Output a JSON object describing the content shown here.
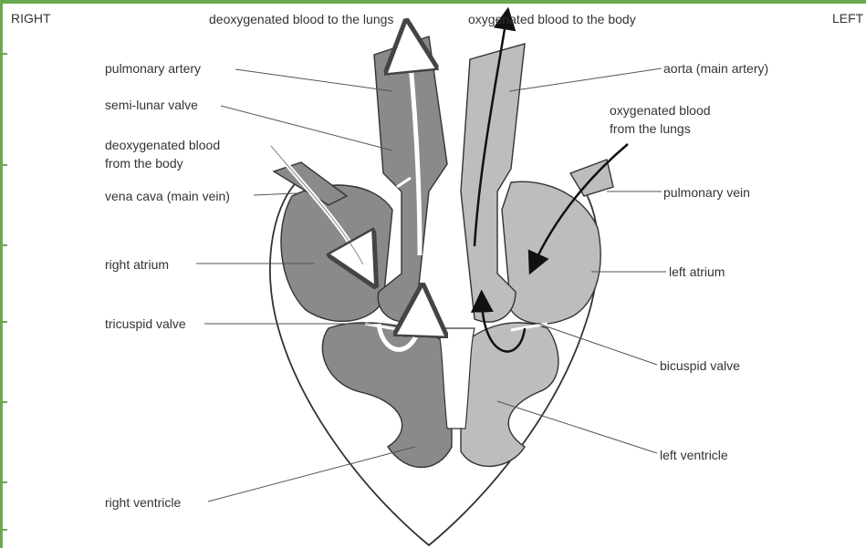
{
  "corners": {
    "right": "RIGHT",
    "left": "LEFT"
  },
  "flow": {
    "deoxy_to_lungs": "deoxygenated blood to the lungs",
    "oxy_to_body": "oxygenated blood to the body"
  },
  "labels": {
    "pulmonary_artery": "pulmonary artery",
    "semi_lunar_valve": "semi-lunar valve",
    "deoxy_from_body_1": "deoxygenated blood",
    "deoxy_from_body_2": "from the body",
    "vena_cava": "vena cava (main vein)",
    "right_atrium": "right atrium",
    "tricuspid_valve": "tricuspid valve",
    "right_ventricle": "right ventricle",
    "aorta": "aorta (main artery)",
    "oxy_from_lungs_1": "oxygenated blood",
    "oxy_from_lungs_2": "from the lungs",
    "pulmonary_vein": "pulmonary vein",
    "left_atrium": "left atrium",
    "bicuspid_valve": "bicuspid valve",
    "left_ventricle": "left ventricle"
  },
  "colors": {
    "frame": "#6aa84f",
    "right_side": "#8a8a8a",
    "left_side": "#bdbdbd",
    "outline": "#333333",
    "leader": "#555555"
  }
}
